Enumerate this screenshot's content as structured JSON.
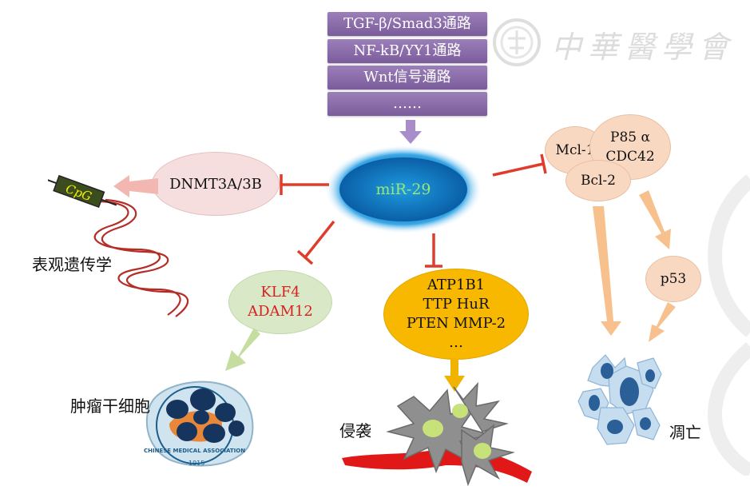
{
  "pathways": [
    "TGF-β/Smad3通路",
    "NF-kB/YY1通路",
    "Wnt信号通路",
    "……"
  ],
  "center": "miR-29",
  "dnmt": "DNMT3A/3B",
  "cpg": "CpG",
  "epigenetics_label": "表观遗传学",
  "klf_lines": [
    "KLF4",
    "ADAM12"
  ],
  "atp_lines": [
    "ATP1B1",
    "TTP HuR",
    "PTEN MMP-2",
    "…"
  ],
  "apoptosis_nodes": {
    "mcl": "Mcl-1",
    "p85": "P85 α",
    "cdc42": "CDC42",
    "bcl": "Bcl-2",
    "p53": "p53"
  },
  "stem_label": "肿瘤干细胞",
  "invasion_label": "侵袭",
  "apoptosis_label": "凋亡",
  "watermark": "中華醫學會",
  "seal_text": "CHINESE MEDICAL ASSOCIATION",
  "seal_year": "1915",
  "colors": {
    "pathway_box": "#8e72ad",
    "center_node": "#1b86cf",
    "inhibit": "#e03c2c",
    "dnmt": "#f6dede",
    "klf": "#d9e9c8",
    "klf_text": "#d82020",
    "atp": "#f8b800",
    "apoptosis_node": "#f9d8c2",
    "apoptosis_arrow": "#f7c08d",
    "green_arrow": "#c5dd9f",
    "pink_arrow": "#f3b7b1",
    "purple_arrow": "#a98dca",
    "invasion_base": "#e01818"
  }
}
